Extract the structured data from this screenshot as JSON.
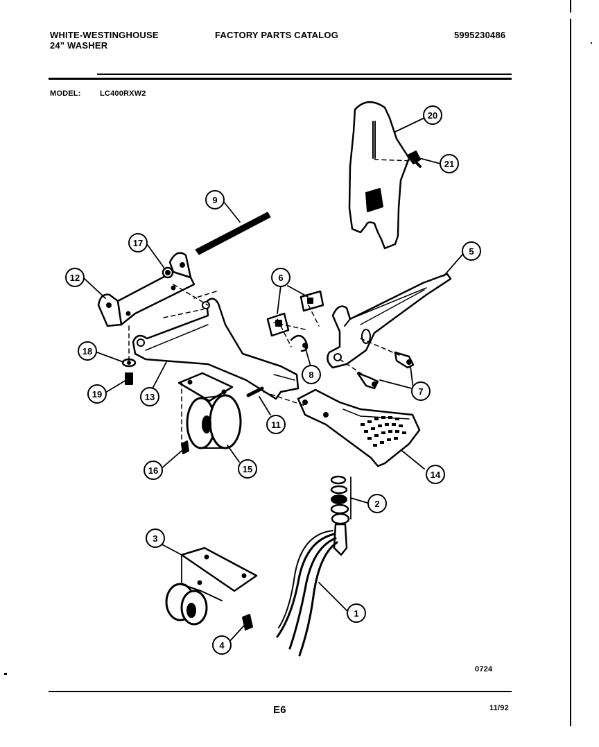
{
  "header": {
    "brand": "WHITE-WESTINGHOUSE",
    "product": "24\" WASHER",
    "title": "FACTORY PARTS CATALOG",
    "catalog_number": "5995230486",
    "model_label": "MODEL:",
    "model_value": "LC400RXW2"
  },
  "callouts": [
    "1",
    "2",
    "3",
    "4",
    "5",
    "6",
    "7",
    "8",
    "9",
    "11",
    "12",
    "13",
    "14",
    "15",
    "16",
    "17",
    "18",
    "19",
    "20",
    "21"
  ],
  "footer": {
    "diagram_code": "0724",
    "page": "E6",
    "date": "11/92"
  }
}
